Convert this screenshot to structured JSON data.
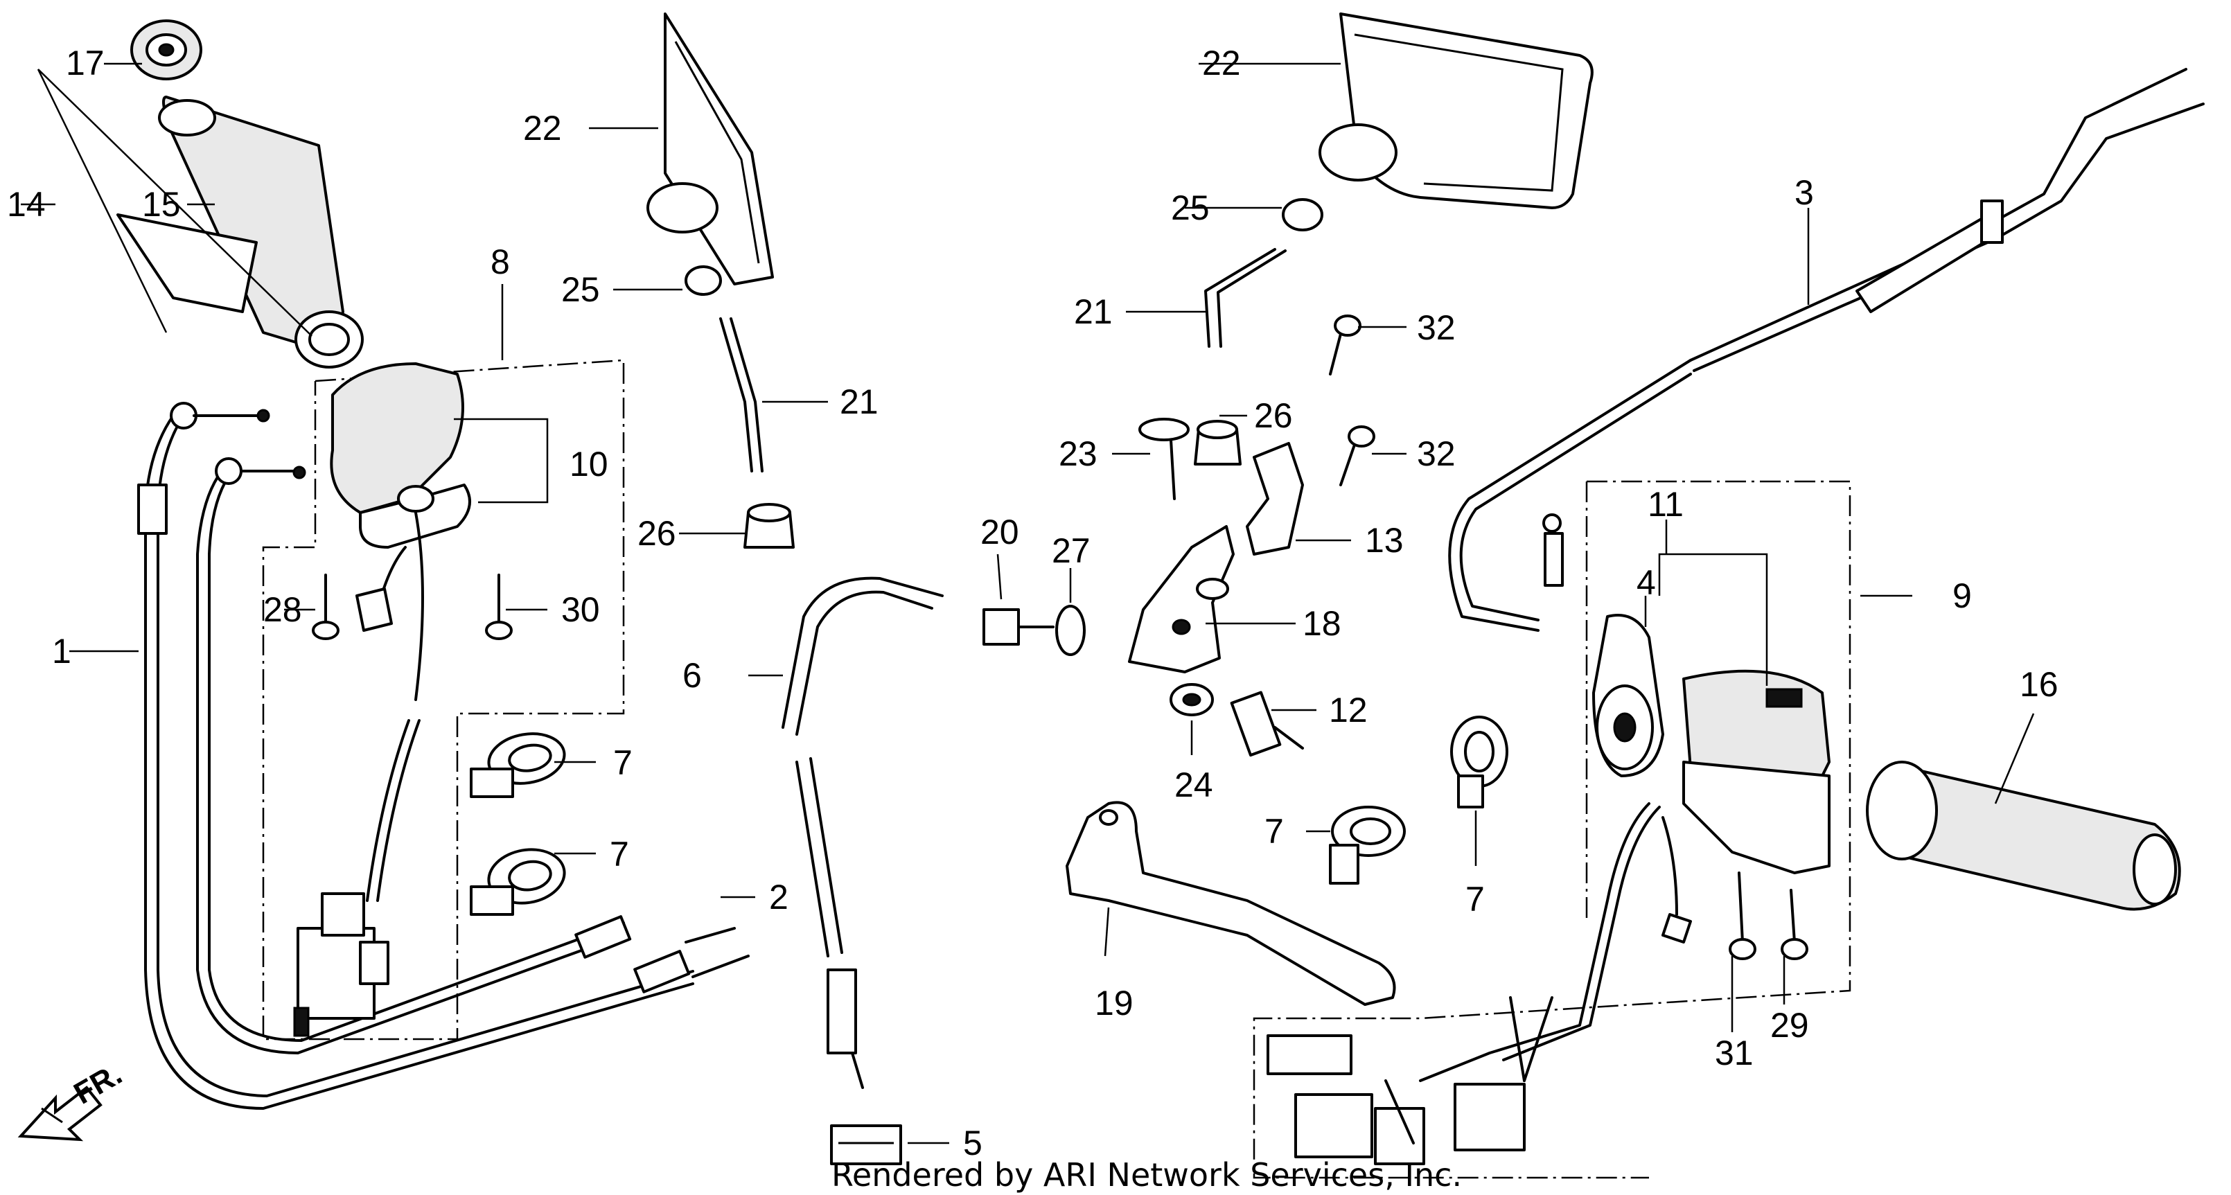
{
  "diagram": {
    "part_labels": {
      "p1": "1",
      "p2": "2",
      "p3": "3",
      "p4": "4",
      "p5": "5",
      "p6": "6",
      "p7a": "7",
      "p7b": "7",
      "p7c": "7",
      "p7d": "7",
      "p8": "8",
      "p9": "9",
      "p10": "10",
      "p11": "11",
      "p12": "12",
      "p13": "13",
      "p14": "14",
      "p15": "15",
      "p16": "16",
      "p17": "17",
      "p18": "18",
      "p19": "19",
      "p20": "20",
      "p21a": "21",
      "p21b": "21",
      "p22a": "22",
      "p22b": "22",
      "p23": "23",
      "p24": "24",
      "p25a": "25",
      "p25b": "25",
      "p26a": "26",
      "p26b": "26",
      "p27": "27",
      "p28": "28",
      "p29": "29",
      "p30": "30",
      "p31": "31",
      "p32a": "32",
      "p32b": "32"
    },
    "direction_marker": "FR.",
    "footer_credit": "Rendered by ARI Network Services, Inc."
  }
}
